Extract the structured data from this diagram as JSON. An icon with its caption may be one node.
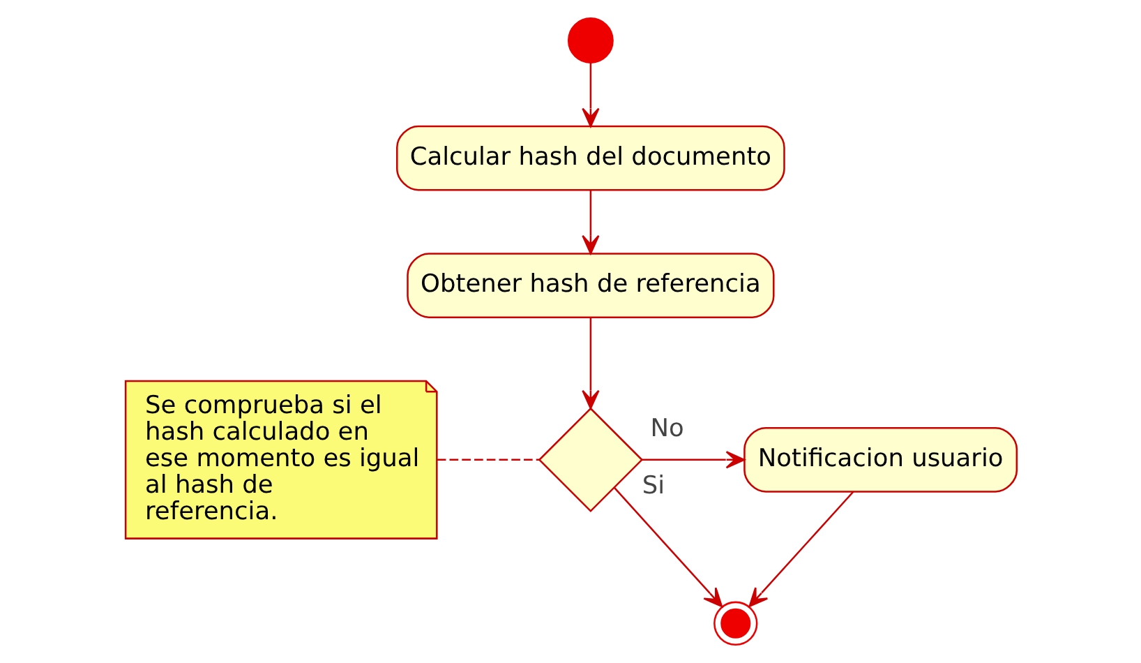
{
  "diagram": {
    "nodes": [
      {
        "text": [],
        "shape": "circle"
      },
      {
        "text": [
          "Calcular hash del documento"
        ]
      },
      {
        "text": [
          "Obtener hash de referencia"
        ]
      },
      {
        "text": [],
        "shape": "diamond"
      },
      {
        "text": [
          "Se comprueba si el hash calculado en ese momento es igual al hash de referencia."
        ]
      },
      {
        "text": [
          "Notificacion usuario"
        ]
      },
      {
        "text": [],
        "shape": "circle"
      }
    ],
    "edges": [
      {
        "from": 0,
        "to": 1,
        "arrow": "to"
      },
      {
        "from": 1,
        "to": 2,
        "arrow": "to"
      },
      {
        "from": 2,
        "to": 3,
        "arrow": "to"
      },
      {
        "from": 3,
        "to": 5,
        "arrow": "to",
        "label": "No"
      },
      {
        "from": 3,
        "to": 6,
        "arrow": "to",
        "label": "Si"
      },
      {
        "from": 5,
        "to": 6,
        "arrow": "to"
      },
      {
        "from": 4,
        "to": 3,
        "arrow": "none",
        "style": "dashed"
      }
    ]
  }
}
